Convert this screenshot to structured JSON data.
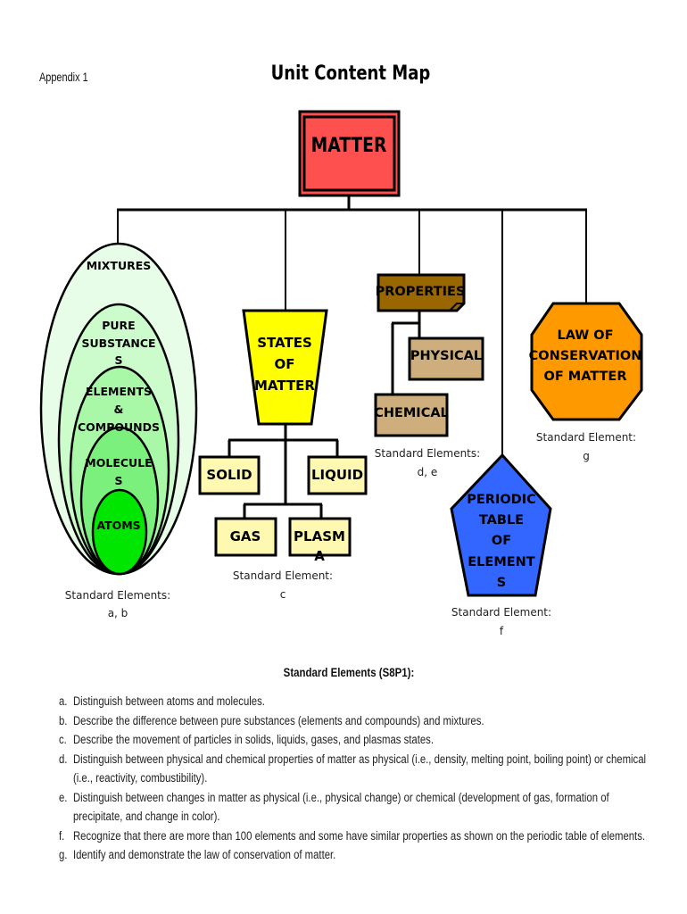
{
  "header": {
    "appendix": "Appendix 1",
    "title": "Unit Content Map"
  },
  "colors": {
    "matter": "#ff5050",
    "mixtures": "#e8fde8",
    "pure_substances": "#ccfccc",
    "elements_compounds": "#a8f8a8",
    "molecules": "#7cf07c",
    "atoms": "#00e600",
    "states": "#ffff00",
    "state_boxes": "#fff8b0",
    "properties": "#996600",
    "physical_chemical": "#cfae7e",
    "periodic": "#3366ff",
    "law": "#ff9900"
  },
  "map": {
    "root": "MATTER",
    "nested": {
      "mixtures": "MIXTURES",
      "pure_substances": [
        "PURE",
        "SUBSTANCE",
        "S"
      ],
      "elements_compounds": [
        "ELEMENTS",
        "&",
        "COMPOUNDS"
      ],
      "molecules": [
        "MOLECULE",
        "S"
      ],
      "atoms": "ATOMS",
      "standard": [
        "Standard Elements:",
        "a, b"
      ]
    },
    "states": {
      "title": [
        "STATES",
        "OF",
        "MATTER"
      ],
      "solid": "SOLID",
      "liquid": "LIQUID",
      "gas": "GAS",
      "plasma": [
        "PLASM",
        "A"
      ],
      "standard": [
        "Standard Element:",
        "c"
      ]
    },
    "properties": {
      "title": "PROPERTIES",
      "physical": "PHYSICAL",
      "chemical": "CHEMICAL",
      "standard": [
        "Standard Elements:",
        "d, e"
      ]
    },
    "periodic": {
      "title": [
        "PERIODIC",
        "TABLE",
        "OF",
        "ELEMENT",
        "S"
      ],
      "standard": [
        "Standard Element:",
        "f"
      ]
    },
    "law": {
      "title": [
        "LAW OF",
        "CONSERVATION",
        "OF MATTER"
      ],
      "standard": [
        "Standard Element:",
        "g"
      ]
    }
  },
  "standards": {
    "title": "Standard Elements (S8P1):",
    "items": [
      {
        "letter": "a.",
        "lines": [
          "Distinguish between atoms and molecules."
        ]
      },
      {
        "letter": "b.",
        "lines": [
          "Describe the difference between pure substances (elements and compounds) and mixtures."
        ]
      },
      {
        "letter": "c.",
        "lines": [
          "Describe the movement of particles in solids, liquids, gases, and plasmas states."
        ]
      },
      {
        "letter": "d.",
        "lines": [
          "Distinguish between physical and chemical properties of matter as physical (i.e., density, melting point, boiling point) or chemical",
          "(i.e., reactivity, combustibility)."
        ]
      },
      {
        "letter": "e.",
        "lines": [
          "Distinguish between changes in matter as physical (i.e., physical change) or chemical (development of gas, formation of",
          "precipitate, and change in color)."
        ]
      },
      {
        "letter": "f.",
        "lines": [
          "Recognize that there are more than 100 elements and some have similar properties as shown on the periodic table of elements."
        ]
      },
      {
        "letter": "g.",
        "lines": [
          "Identify and demonstrate the law of conservation of matter."
        ]
      }
    ]
  }
}
